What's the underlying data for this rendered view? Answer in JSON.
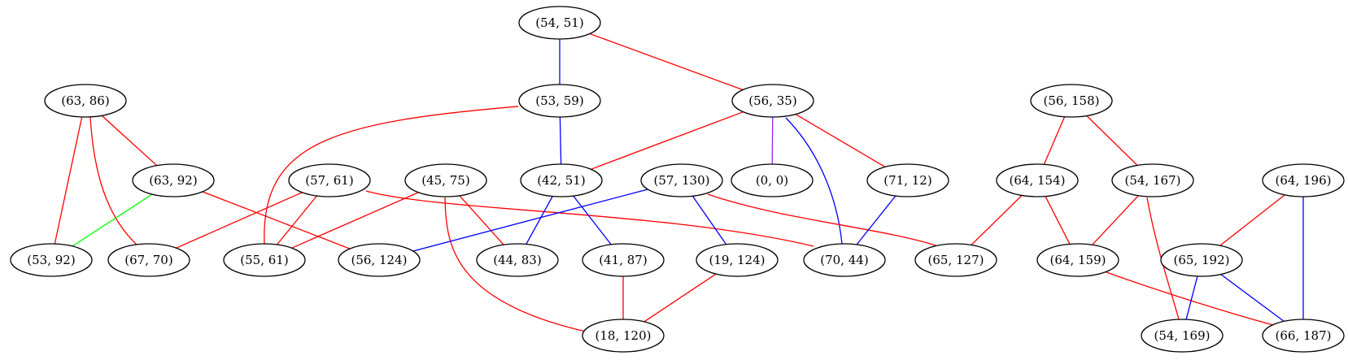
{
  "graph": {
    "nodes": [
      {
        "id": "n54_51",
        "label": "(54, 51)"
      },
      {
        "id": "n53_59",
        "label": "(53, 59)"
      },
      {
        "id": "n56_35",
        "label": "(56, 35)"
      },
      {
        "id": "n63_86",
        "label": "(63, 86)"
      },
      {
        "id": "n56_158",
        "label": "(56, 158)"
      },
      {
        "id": "n63_92",
        "label": "(63, 92)"
      },
      {
        "id": "n57_61",
        "label": "(57, 61)"
      },
      {
        "id": "n45_75",
        "label": "(45, 75)"
      },
      {
        "id": "n42_51",
        "label": "(42, 51)"
      },
      {
        "id": "n57_130",
        "label": "(57, 130)"
      },
      {
        "id": "n0_0",
        "label": "(0, 0)"
      },
      {
        "id": "n71_12",
        "label": "(71, 12)"
      },
      {
        "id": "n64_154",
        "label": "(64, 154)"
      },
      {
        "id": "n54_167",
        "label": "(54, 167)"
      },
      {
        "id": "n64_196",
        "label": "(64, 196)"
      },
      {
        "id": "n53_92",
        "label": "(53, 92)"
      },
      {
        "id": "n67_70",
        "label": "(67, 70)"
      },
      {
        "id": "n55_61",
        "label": "(55, 61)"
      },
      {
        "id": "n56_124",
        "label": "(56, 124)"
      },
      {
        "id": "n44_83",
        "label": "(44, 83)"
      },
      {
        "id": "n41_87",
        "label": "(41, 87)"
      },
      {
        "id": "n19_124",
        "label": "(19, 124)"
      },
      {
        "id": "n70_44",
        "label": "(70, 44)"
      },
      {
        "id": "n65_127",
        "label": "(65, 127)"
      },
      {
        "id": "n64_159",
        "label": "(64, 159)"
      },
      {
        "id": "n65_192",
        "label": "(65, 192)"
      },
      {
        "id": "n18_120",
        "label": "(18, 120)"
      },
      {
        "id": "n54_169",
        "label": "(54, 169)"
      },
      {
        "id": "n66_187",
        "label": "(66, 187)"
      }
    ],
    "edges": [
      {
        "from": "n54_51",
        "to": "n53_59",
        "color": "#0000ff"
      },
      {
        "from": "n54_51",
        "to": "n56_35",
        "color": "#ff0000"
      },
      {
        "from": "n53_59",
        "to": "n42_51",
        "color": "#0000ff"
      },
      {
        "from": "n53_59",
        "to": "n55_61",
        "color": "#ff0000"
      },
      {
        "from": "n56_35",
        "to": "n42_51",
        "color": "#ff0000"
      },
      {
        "from": "n56_35",
        "to": "n0_0",
        "color": "#a020f0"
      },
      {
        "from": "n56_35",
        "to": "n71_12",
        "color": "#ff0000"
      },
      {
        "from": "n56_35",
        "to": "n70_44",
        "color": "#0000ff"
      },
      {
        "from": "n63_86",
        "to": "n63_92",
        "color": "#ff0000"
      },
      {
        "from": "n63_86",
        "to": "n53_92",
        "color": "#ff0000"
      },
      {
        "from": "n63_86",
        "to": "n67_70",
        "color": "#ff0000"
      },
      {
        "from": "n63_92",
        "to": "n53_92",
        "color": "#00ff00"
      },
      {
        "from": "n63_92",
        "to": "n56_124",
        "color": "#ff0000"
      },
      {
        "from": "n57_61",
        "to": "n67_70",
        "color": "#ff0000"
      },
      {
        "from": "n57_61",
        "to": "n55_61",
        "color": "#ff0000"
      },
      {
        "from": "n57_61",
        "to": "n70_44",
        "color": "#ff0000"
      },
      {
        "from": "n45_75",
        "to": "n55_61",
        "color": "#ff0000"
      },
      {
        "from": "n45_75",
        "to": "n44_83",
        "color": "#ff0000"
      },
      {
        "from": "n45_75",
        "to": "n18_120",
        "color": "#ff0000"
      },
      {
        "from": "n42_51",
        "to": "n44_83",
        "color": "#0000ff"
      },
      {
        "from": "n42_51",
        "to": "n41_87",
        "color": "#0000ff"
      },
      {
        "from": "n57_130",
        "to": "n56_124",
        "color": "#0000ff"
      },
      {
        "from": "n57_130",
        "to": "n19_124",
        "color": "#0000ff"
      },
      {
        "from": "n57_130",
        "to": "n65_127",
        "color": "#ff0000"
      },
      {
        "from": "n71_12",
        "to": "n70_44",
        "color": "#0000ff"
      },
      {
        "from": "n41_87",
        "to": "n18_120",
        "color": "#ff0000"
      },
      {
        "from": "n19_124",
        "to": "n18_120",
        "color": "#ff0000"
      },
      {
        "from": "n56_158",
        "to": "n64_154",
        "color": "#ff0000"
      },
      {
        "from": "n56_158",
        "to": "n54_167",
        "color": "#ff0000"
      },
      {
        "from": "n64_154",
        "to": "n65_127",
        "color": "#ff0000"
      },
      {
        "from": "n64_154",
        "to": "n64_159",
        "color": "#ff0000"
      },
      {
        "from": "n54_167",
        "to": "n64_159",
        "color": "#ff0000"
      },
      {
        "from": "n54_167",
        "to": "n54_169",
        "color": "#ff0000"
      },
      {
        "from": "n64_159",
        "to": "n66_187",
        "color": "#ff0000"
      },
      {
        "from": "n64_196",
        "to": "n65_192",
        "color": "#ff0000"
      },
      {
        "from": "n64_196",
        "to": "n66_187",
        "color": "#0000ff"
      },
      {
        "from": "n65_192",
        "to": "n54_169",
        "color": "#0000ff"
      },
      {
        "from": "n65_192",
        "to": "n66_187",
        "color": "#0000ff"
      }
    ]
  }
}
